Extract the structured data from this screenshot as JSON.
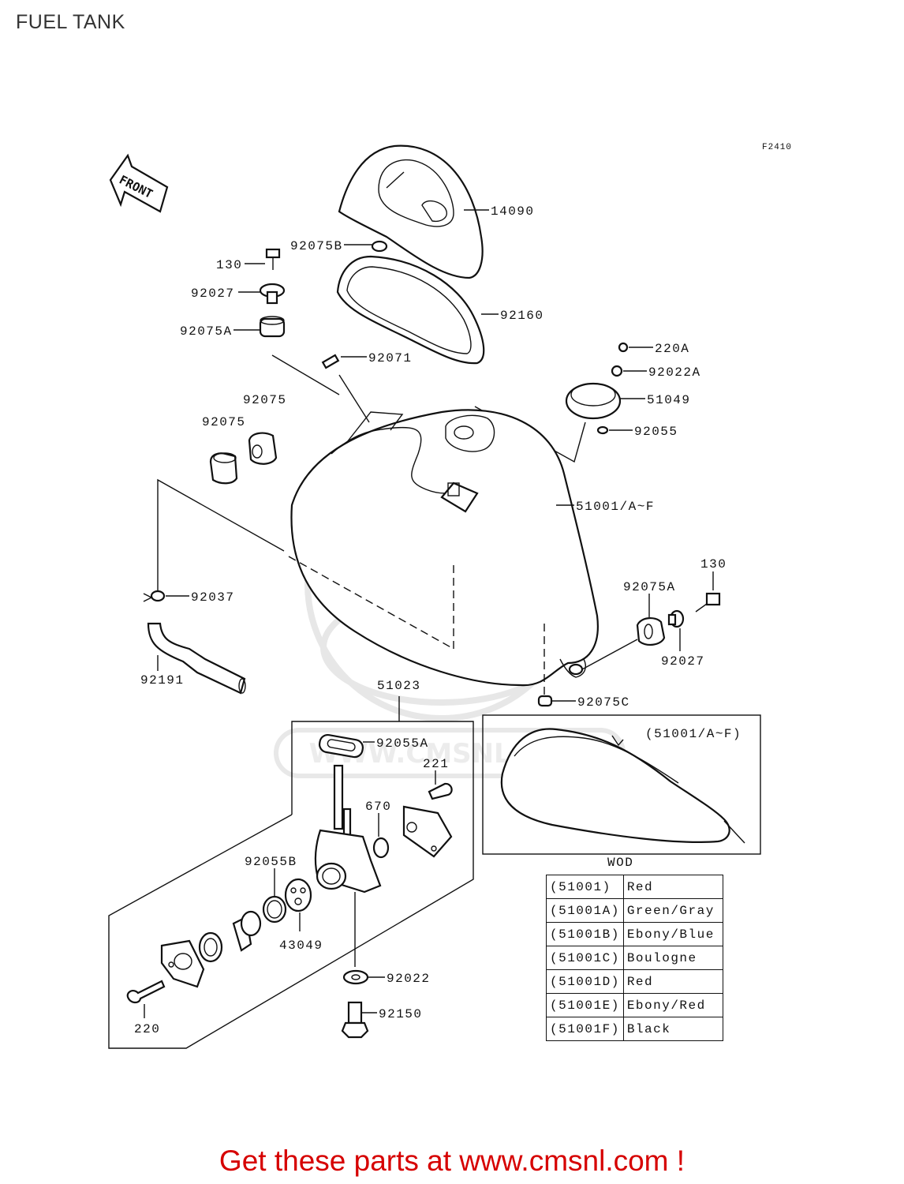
{
  "page": {
    "title": "FUEL TANK",
    "diagram_code": "F2410"
  },
  "front_arrow": {
    "label": "FRONT"
  },
  "labels": {
    "p14090": "14090",
    "p92075B": "92075B",
    "p130_top": "130",
    "p92027_top": "92027",
    "p92075A_left": "92075A",
    "p92160": "92160",
    "p92071": "92071",
    "p220A": "220A",
    "p92022A": "92022A",
    "p51049": "51049",
    "p92055": "92055",
    "p92075_a": "92075",
    "p92075_b": "92075",
    "p51001": "51001/A~F",
    "p130_right": "130",
    "p92075A_right": "92075A",
    "p92027_right": "92027",
    "p92037": "92037",
    "p92191": "92191",
    "p92075C": "92075C",
    "p51023": "51023",
    "p92055A": "92055A",
    "p221": "221",
    "p670": "670",
    "p92055B": "92055B",
    "p43049": "43049",
    "p92022": "92022",
    "p92150": "92150",
    "p220": "220",
    "inset_label": "(51001/A~F)",
    "wod": "WOD"
  },
  "wod_table": [
    {
      "code": "(51001)",
      "color": "Red"
    },
    {
      "code": "(51001A)",
      "color": "Green/Gray"
    },
    {
      "code": "(51001B)",
      "color": "Ebony/Blue"
    },
    {
      "code": "(51001C)",
      "color": "Boulogne"
    },
    {
      "code": "(51001D)",
      "color": "Red"
    },
    {
      "code": "(51001E)",
      "color": "Ebony/Red"
    },
    {
      "code": "(51001F)",
      "color": "Black"
    }
  ],
  "watermark": {
    "text": "WWW.CMSNL.COM"
  },
  "footer": {
    "text": "Get these parts at www.cmsnl.com !",
    "color": "#d60000"
  }
}
